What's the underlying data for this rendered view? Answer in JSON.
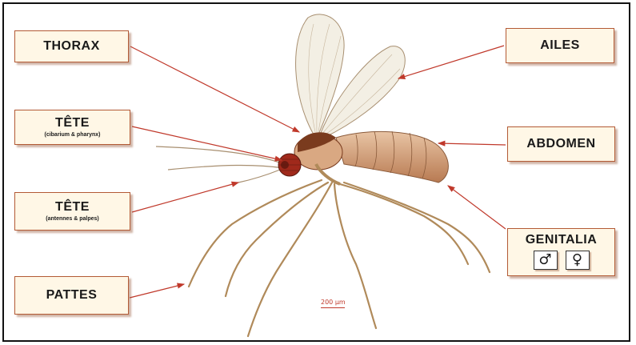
{
  "labels": {
    "thorax": "THORAX",
    "ailes": "AILES",
    "tete1": {
      "main": "TÊTE",
      "sub": "(cibarium & pharynx)"
    },
    "abdomen": "ABDOMEN",
    "tete2": {
      "main": "TÊTE",
      "sub": "(antennes & palpes)"
    },
    "genitalia": "GENITALIA",
    "pattes": "PATTES"
  },
  "symbols": {
    "male": "♂",
    "female": "♀"
  },
  "scale": "200 µm",
  "colors": {
    "arrow": "#c0392b",
    "label_border": "#b35a35",
    "label_bg": "#fff7e6",
    "body_dark": "#7a3b1e",
    "body_light": "#d9a882",
    "eye": "#a0291b",
    "wing": "#f3efe4",
    "leg": "#b08a5a"
  }
}
